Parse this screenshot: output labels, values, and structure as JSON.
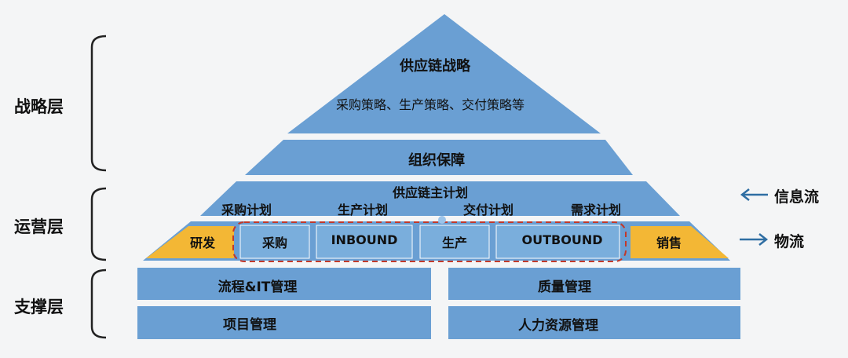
{
  "layers": {
    "strategy": "战略层",
    "operations": "运营层",
    "support": "支撑层"
  },
  "pyramid": {
    "top_title": "供应链战略",
    "top_subtitle": "采购策略、生产策略、交付策略等",
    "org_title": "组织保障",
    "master_plan": "供应链主计划",
    "plans": [
      "采购计划",
      "生产计划",
      "交付计划",
      "需求计划"
    ]
  },
  "flow": {
    "left": "研发",
    "items": [
      "采购",
      "INBOUND",
      "生产",
      "OUTBOUND"
    ],
    "right": "销售"
  },
  "legend": {
    "info_flow": "信息流",
    "material_flow": "物流"
  },
  "support": {
    "process_it": "流程&IT管理",
    "quality": "质量管理",
    "project": "项目管理",
    "hr": "人力资源管理"
  },
  "colors": {
    "tier_fill": "#6a9fd3",
    "box_fill": "#7aaedc",
    "accent_yellow": "#f3b735",
    "dashed_border": "#c0392b",
    "arrow": "#2f6ea3",
    "bracket": "#222222"
  }
}
